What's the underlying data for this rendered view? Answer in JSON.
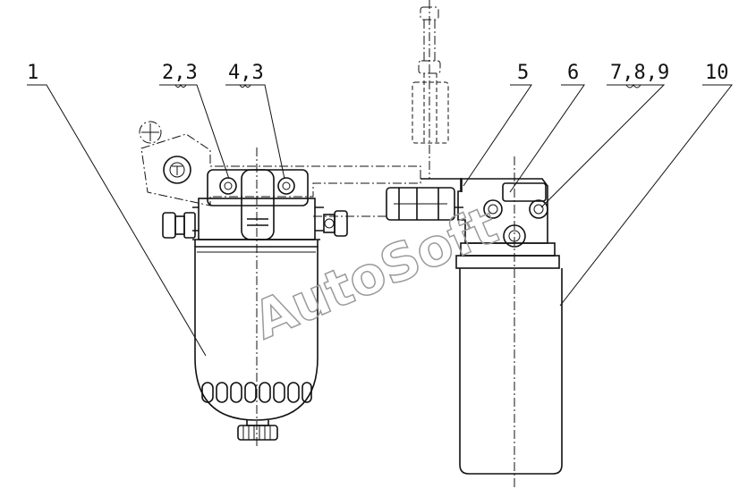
{
  "callouts": [
    "1",
    "2,3",
    "4,3",
    "5",
    "6",
    "7,8,9",
    "10"
  ],
  "watermark": "AutoSoft"
}
